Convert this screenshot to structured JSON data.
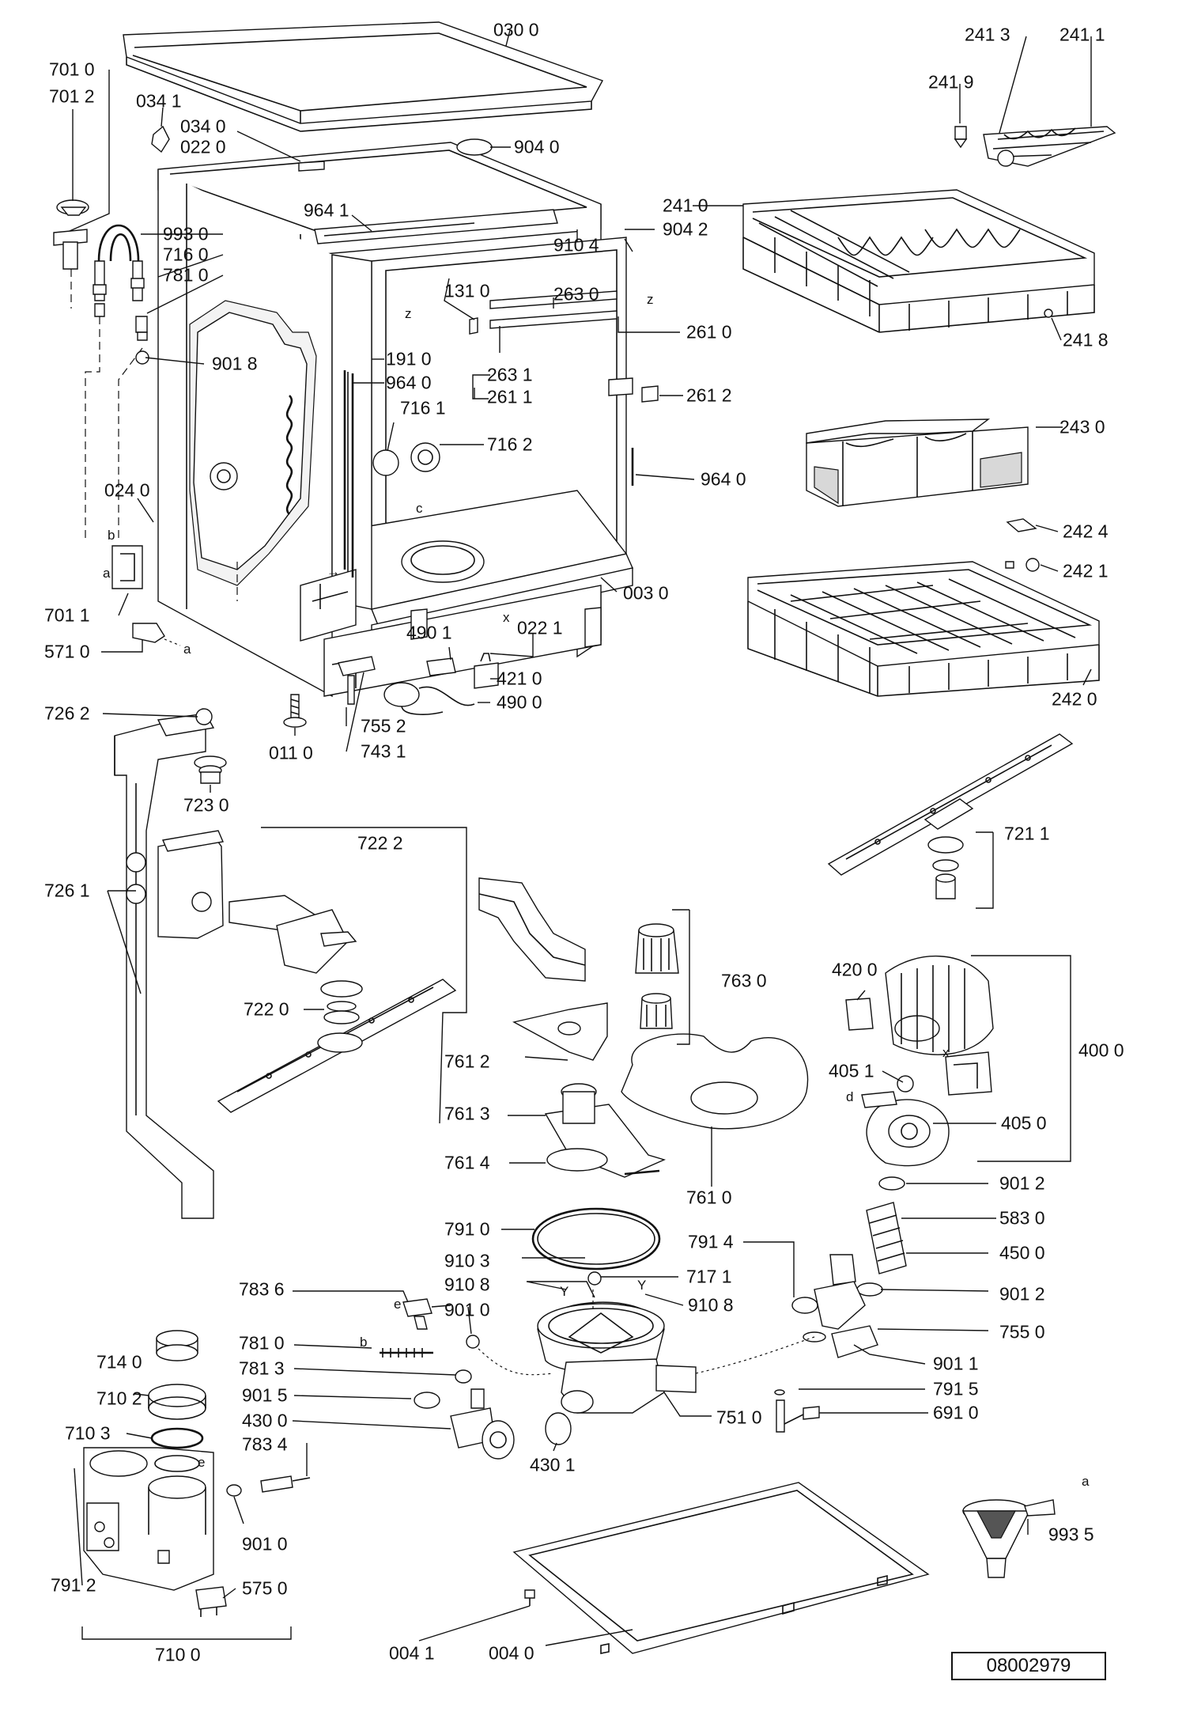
{
  "doc_number": "08002979",
  "letter_marks": {
    "z1": "z",
    "z2": "z",
    "c": "c",
    "x1": "x",
    "x2": "x",
    "a1": "a",
    "a2": "a",
    "b1": "b",
    "b2": "b",
    "d": "d",
    "e1": "e",
    "e2": "e",
    "y1": "Y",
    "y2": "Y"
  },
  "labels": {
    "p0300": "030 0",
    "p7010": "701 0",
    "p7012": "701 2",
    "p0341": "034 1",
    "p0340": "034 0",
    "p0220": "022 0",
    "p9040": "904 0",
    "p9641": "964 1",
    "p9930": "993 0",
    "p7160": "716 0",
    "p7810": "781 0",
    "p9042": "904 2",
    "p9104": "910 4",
    "p1310": "131 0",
    "p2630": "263 0",
    "p2610": "261 0",
    "p9018": "901 8",
    "p1910": "191 0",
    "p9640a": "964 0",
    "p2631": "263 1",
    "p2611": "261 1",
    "p2612": "261 2",
    "p7161": "716 1",
    "p7162": "716 2",
    "p9640b": "964 0",
    "p0240": "024 0",
    "p7011": "701 1",
    "p0030": "003 0",
    "p5710": "571 0",
    "p4901": "490 1",
    "p0221": "022 1",
    "p4210": "421 0",
    "p4900": "490 0",
    "p7262": "726 2",
    "p7552": "755 2",
    "p0110": "011 0",
    "p7431": "743 1",
    "p7230": "723 0",
    "p7222": "722 2",
    "p7261": "726 1",
    "p7220": "722 0",
    "p2413": "241 3",
    "p2411": "241 1",
    "p2419": "241 9",
    "p2410": "241 0",
    "p2418": "241 8",
    "p2430": "243 0",
    "p2424": "242 4",
    "p2421": "242 1",
    "p2420": "242 0",
    "p7211": "721 1",
    "p7630": "763 0",
    "p4200": "420 0",
    "p4000": "400 0",
    "p7612": "761 2",
    "p4051": "405 1",
    "p7613": "761 3",
    "p4050": "405 0",
    "p7614": "761 4",
    "p7610": "761 0",
    "p9012a": "901 2",
    "p7910": "791 0",
    "p5830": "583 0",
    "p7914": "791 4",
    "p4500": "450 0",
    "p9103": "910 3",
    "p7171": "717 1",
    "p9108a": "910 8",
    "p9108b": "910 8",
    "p9012b": "901 2",
    "p7836": "783 6",
    "p9010a": "901 0",
    "p7550": "755 0",
    "p7140": "714 0",
    "p7810b": "781 0",
    "p9011": "901 1",
    "p7813": "781 3",
    "p7102": "710 2",
    "p7915": "791 5",
    "p9015": "901 5",
    "p7510": "751 0",
    "p4300": "430 0",
    "p6910": "691 0",
    "p7103": "710 3",
    "p7834": "783 4",
    "p4301": "430 1",
    "p9935": "993 5",
    "p9010b": "901 0",
    "p7912": "791 2",
    "p5750": "575 0",
    "p0041": "004 1",
    "p0040": "004 0",
    "p7100": "710 0"
  }
}
